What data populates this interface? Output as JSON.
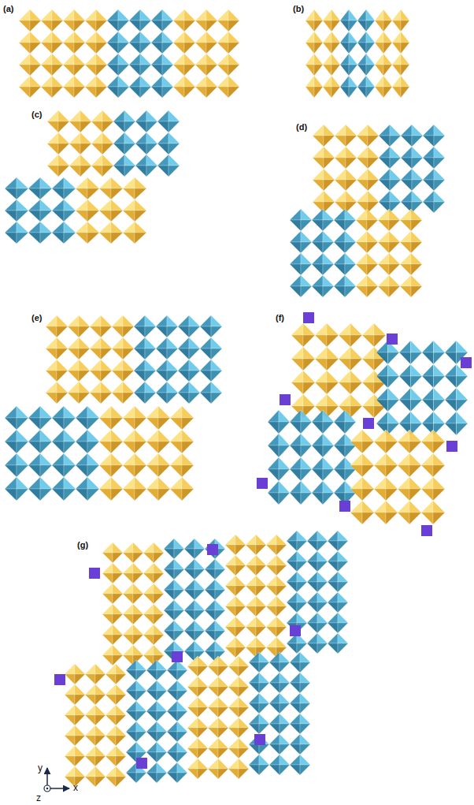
{
  "diagram": {
    "labels": [
      "(a)",
      "(b)",
      "(c)",
      "(d)",
      "(e)",
      "(f)",
      "(g)",
      "y",
      "z",
      "x"
    ]
  }
}
